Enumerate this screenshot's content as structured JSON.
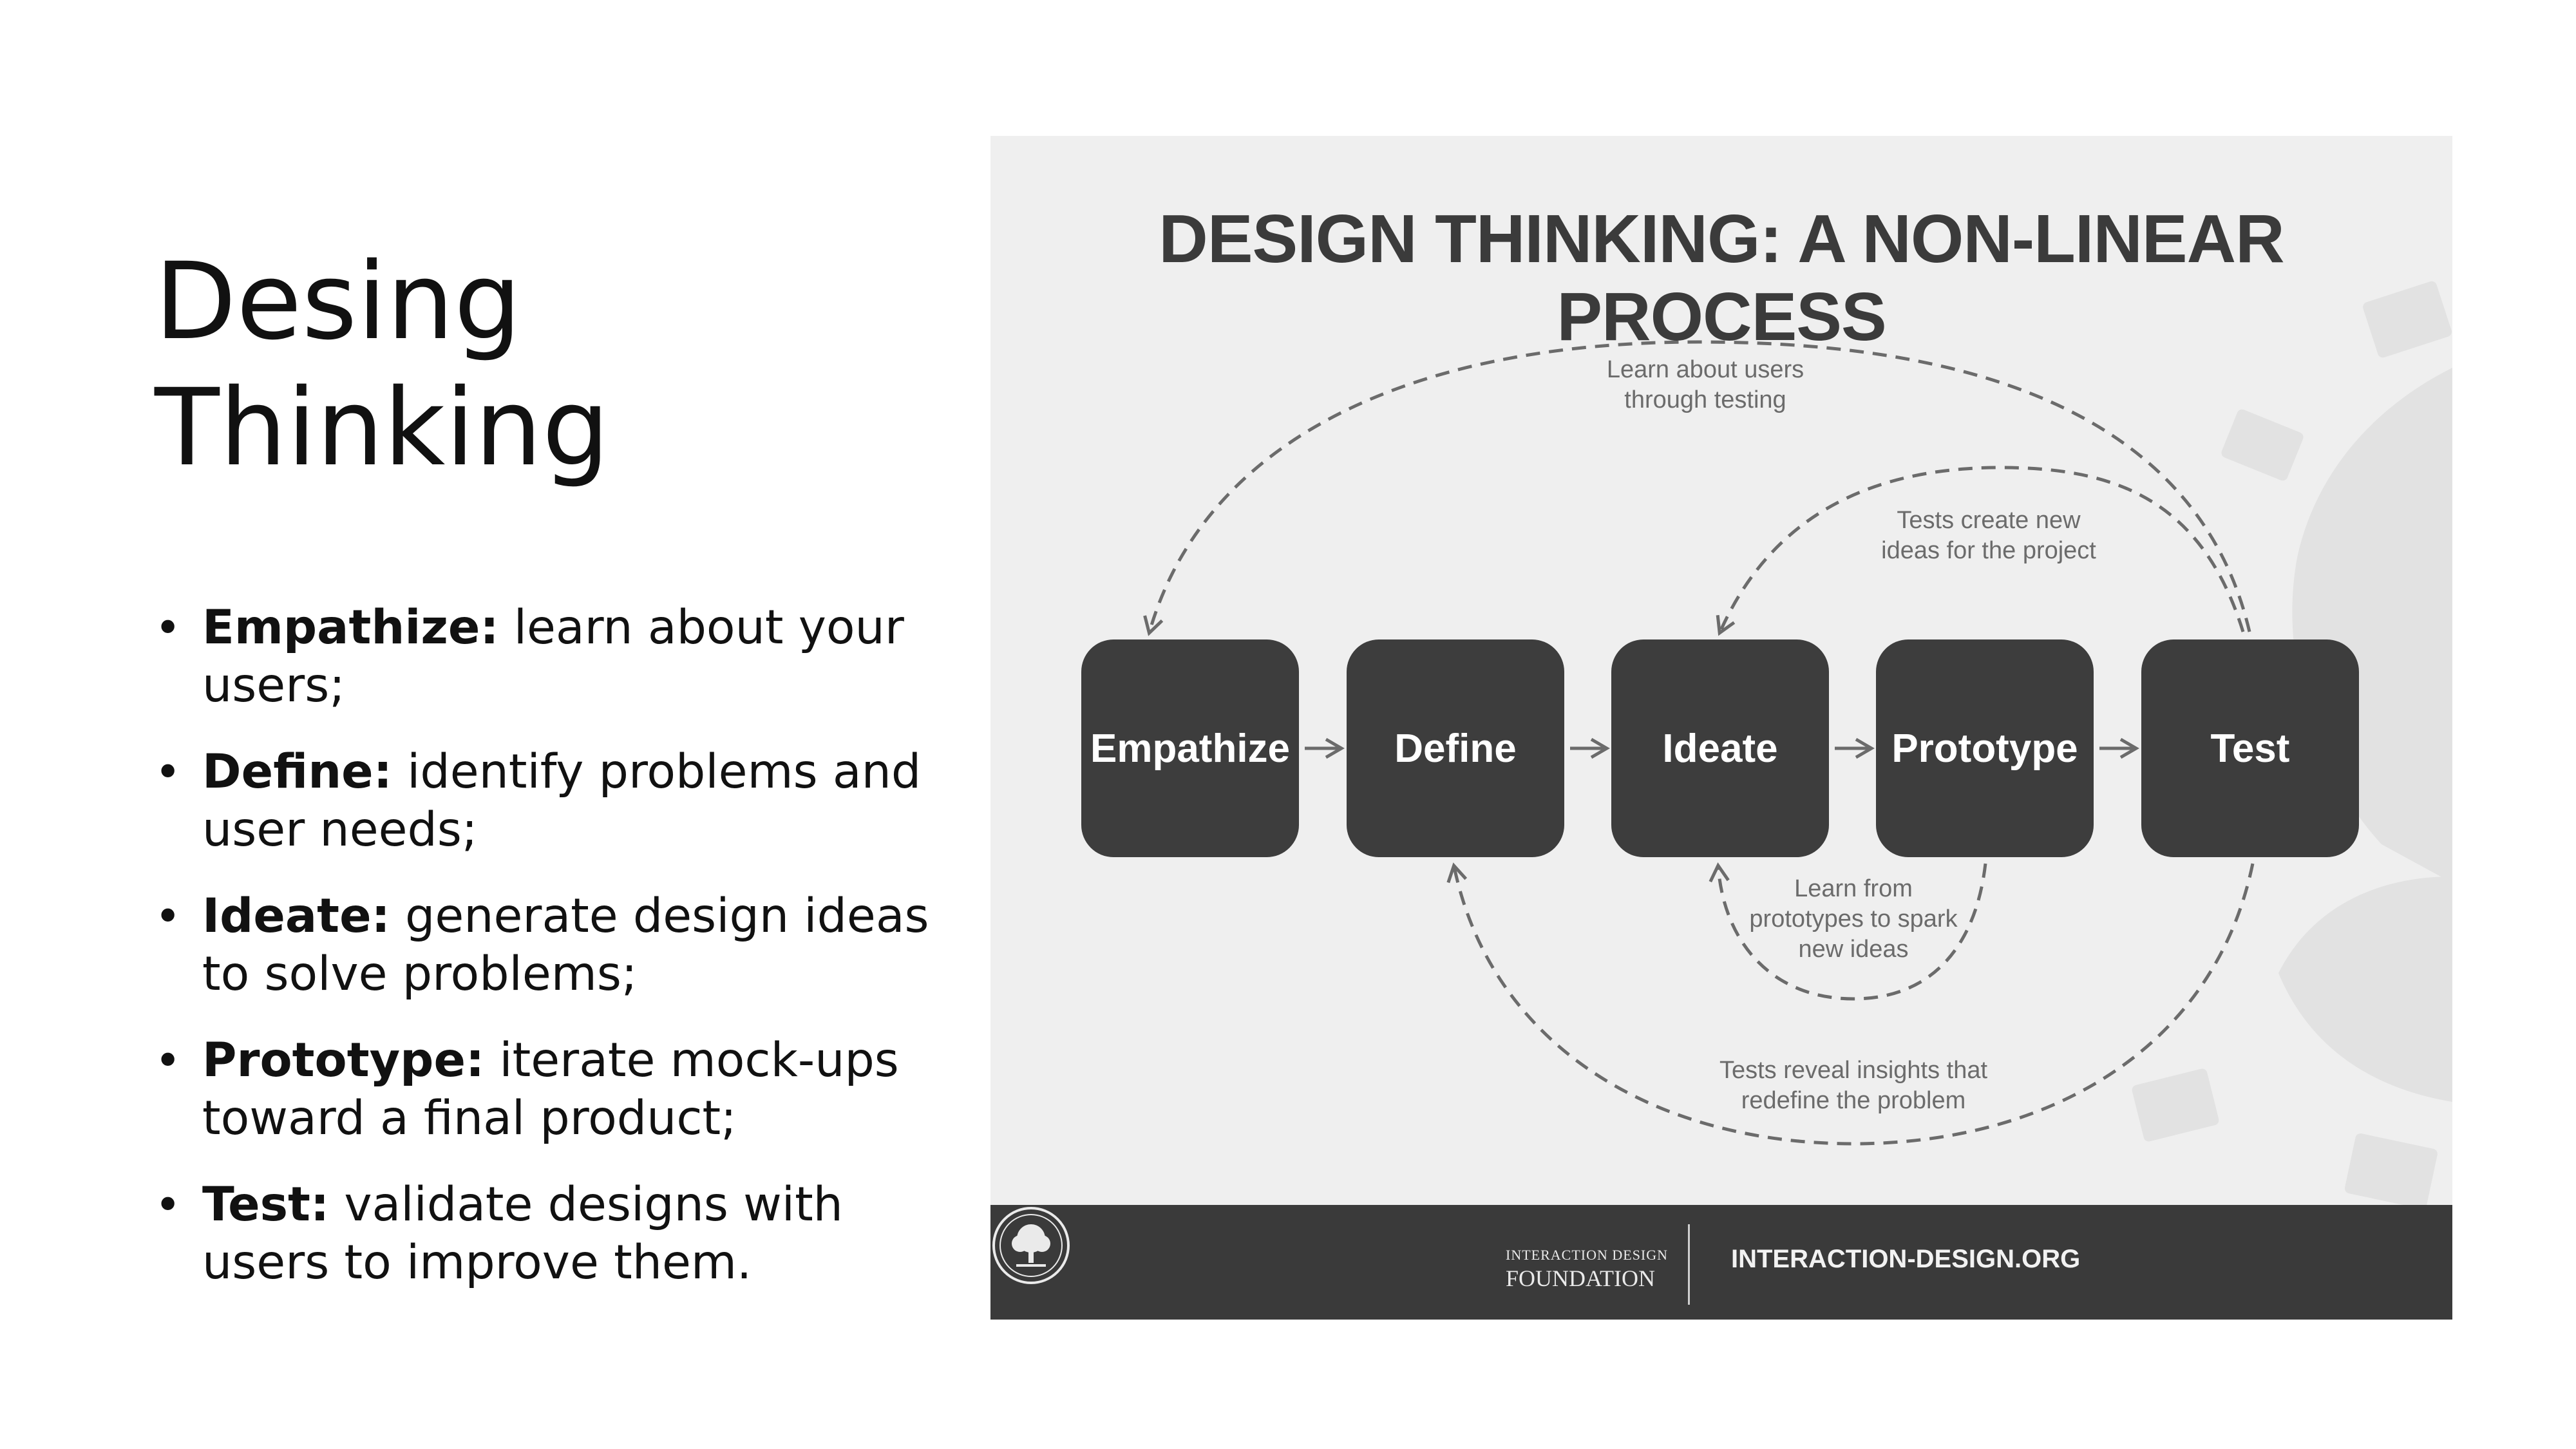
{
  "slide": {
    "title_lines": [
      "Desing",
      "Thinking"
    ],
    "bullets": [
      {
        "term": "Empathize:",
        "text": " learn about your users;"
      },
      {
        "term": "Define:",
        "text": " identify problems and user needs;"
      },
      {
        "term": "Ideate:",
        "text": " generate design ideas to solve problems;"
      },
      {
        "term": "Prototype:",
        "text": " iterate mock-ups toward a final product;"
      },
      {
        "term": "Test:",
        "text": " validate designs with users to improve them."
      }
    ],
    "bullet_glyph": "•"
  },
  "figure": {
    "title": "DESIGN THINKING: A NON-LINEAR PROCESS",
    "stages": [
      "Empathize",
      "Define",
      "Ideate",
      "Prototype",
      "Test"
    ],
    "annotations": {
      "learn_users": [
        "Learn about users",
        "through testing"
      ],
      "tests_ideas": [
        "Tests create new",
        "ideas for the project"
      ],
      "learn_prototypes": [
        "Learn from",
        "prototypes to spark",
        "new ideas"
      ],
      "tests_reveal": [
        "Tests reveal insights that",
        "redefine the problem"
      ]
    },
    "footer": {
      "logo_line1": "INTERACTION DESIGN",
      "logo_line2": "FOUNDATION",
      "url": "INTERACTION-DESIGN.ORG"
    },
    "colors": {
      "node_fill": "#3d3d3d",
      "background": "#efefef",
      "footer": "#3a3a3a",
      "arrow": "#6b6b6b"
    }
  }
}
